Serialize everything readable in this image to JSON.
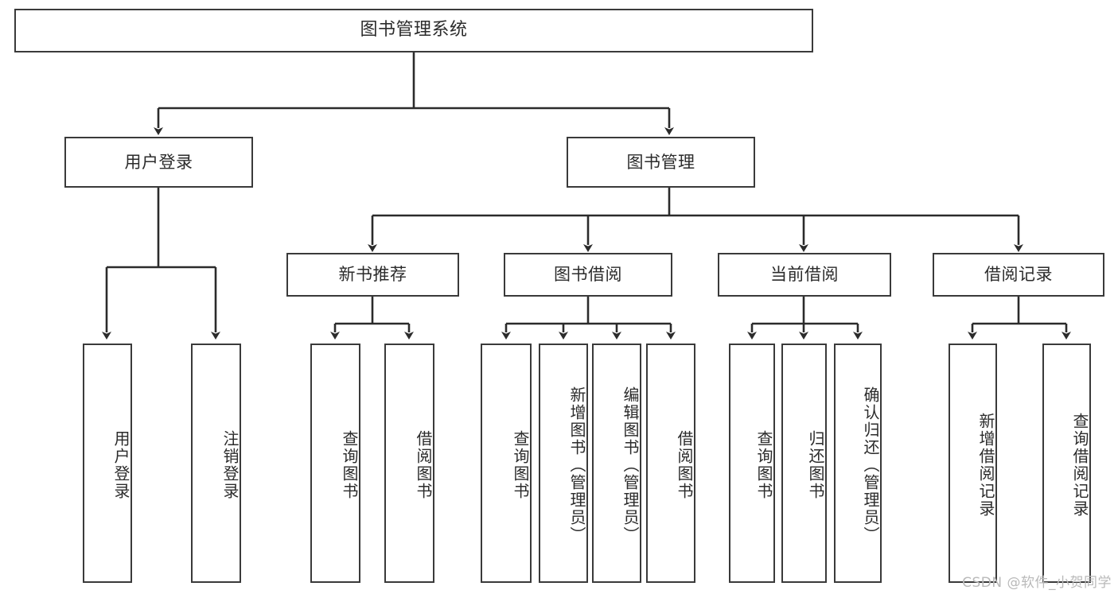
{
  "diagram": {
    "title": "图书管理系统",
    "type": "tree-hierarchy",
    "root": {
      "label": "图书管理系统"
    },
    "level2": [
      {
        "label": "用户登录"
      },
      {
        "label": "图书管理"
      }
    ],
    "level3": [
      {
        "label": "新书推荐"
      },
      {
        "label": "图书借阅"
      },
      {
        "label": "当前借阅"
      },
      {
        "label": "借阅记录"
      }
    ],
    "leaves": {
      "user_login": [
        {
          "label": "用户登录"
        },
        {
          "label": "注销登录"
        }
      ],
      "new_book_recommend": [
        {
          "label": "查询图书"
        },
        {
          "label": "借阅图书"
        }
      ],
      "book_borrow": [
        {
          "label": "查询图书"
        },
        {
          "label": "新增图书（管理员）"
        },
        {
          "label": "编辑图书（管理员）"
        },
        {
          "label": "借阅图书"
        }
      ],
      "current_borrow": [
        {
          "label": "查询图书"
        },
        {
          "label": "归还图书"
        },
        {
          "label": "确认归还（管理员）"
        }
      ],
      "borrow_record": [
        {
          "label": "新增借阅记录"
        },
        {
          "label": "查询借阅记录"
        }
      ]
    }
  },
  "watermark": {
    "text": "CSDN @软件_小贺同学"
  },
  "colors": {
    "box_border": "#3a3a3a",
    "box_fill": "#ffffff",
    "text": "#2b2b2b",
    "connector": "#2b2b2b",
    "watermark": "#b9b9b9",
    "background": "#ffffff"
  }
}
